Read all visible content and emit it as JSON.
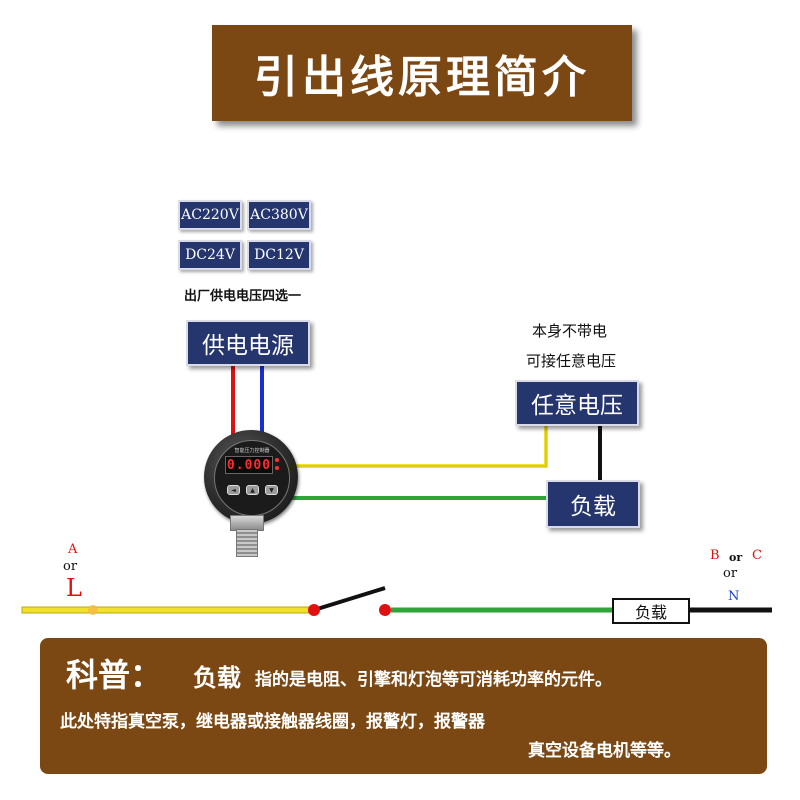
{
  "title": "引出线原理简介",
  "voltage_options": [
    "AC220V",
    "AC380V",
    "DC24V",
    "DC12V"
  ],
  "factory_note": "出厂供电电压四选一",
  "power_supply_label": "供电电源",
  "arbitrary_note_line1": "本身不带电",
  "arbitrary_note_line2": "可接任意电压",
  "arbitrary_voltage_label": "任意电压",
  "load_label": "负载",
  "controller": {
    "caption": "智能压力控制器",
    "display": "0.000"
  },
  "circuit": {
    "left_phase_top": "A",
    "left_or": "or",
    "left_phase_bottom": "L",
    "right_phase_b": "B",
    "right_or_small": "or",
    "right_phase_c": "C",
    "right_or": "or",
    "right_neutral": "N",
    "load_label": "负载"
  },
  "info": {
    "heading": "科普：",
    "keyword": "负载",
    "line1_rest": "指的是电阻、引擎和灯泡等可消耗功率的元件。",
    "line2": "此处特指真空泵，继电器或接触器线圈，报警灯，报警器",
    "line3": "真空设备电机等等。"
  },
  "colors": {
    "banner": "#7b4712",
    "navy": "#25356e",
    "wire_red": "#e01010",
    "wire_blue": "#1a2fd0",
    "wire_yellow": "#f2e12a",
    "wire_green": "#2ea43a",
    "wire_black": "#111111"
  }
}
